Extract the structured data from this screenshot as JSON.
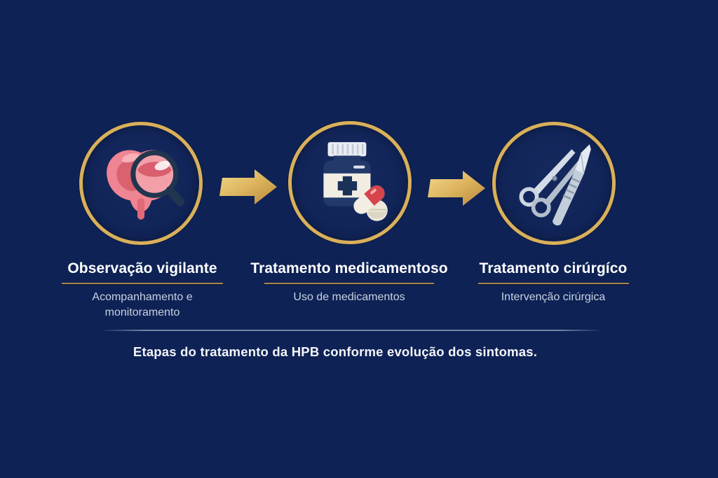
{
  "meta": {
    "background_color": "#0e2255",
    "gold_ring_color": "#d9b05a",
    "underline_color": "#a9874b",
    "title_color": "#ffffff",
    "subtitle_color": "#c9d2e2"
  },
  "steps": [
    {
      "title": "Observação vigilante",
      "subtitle": "Acompanhamento e monitoramento",
      "icon": "prostate-magnifier-icon"
    },
    {
      "title": "Tratamento medicamentoso",
      "subtitle": "Uso de medicamentos",
      "icon": "pill-bottle-icon"
    },
    {
      "title": "Tratamento cirúrgíco",
      "subtitle": "Intervenção cirúrgica",
      "icon": "surgical-tools-icon"
    }
  ],
  "caption": "Etapas do tratamento da HPB conforme evolução dos sintomas."
}
